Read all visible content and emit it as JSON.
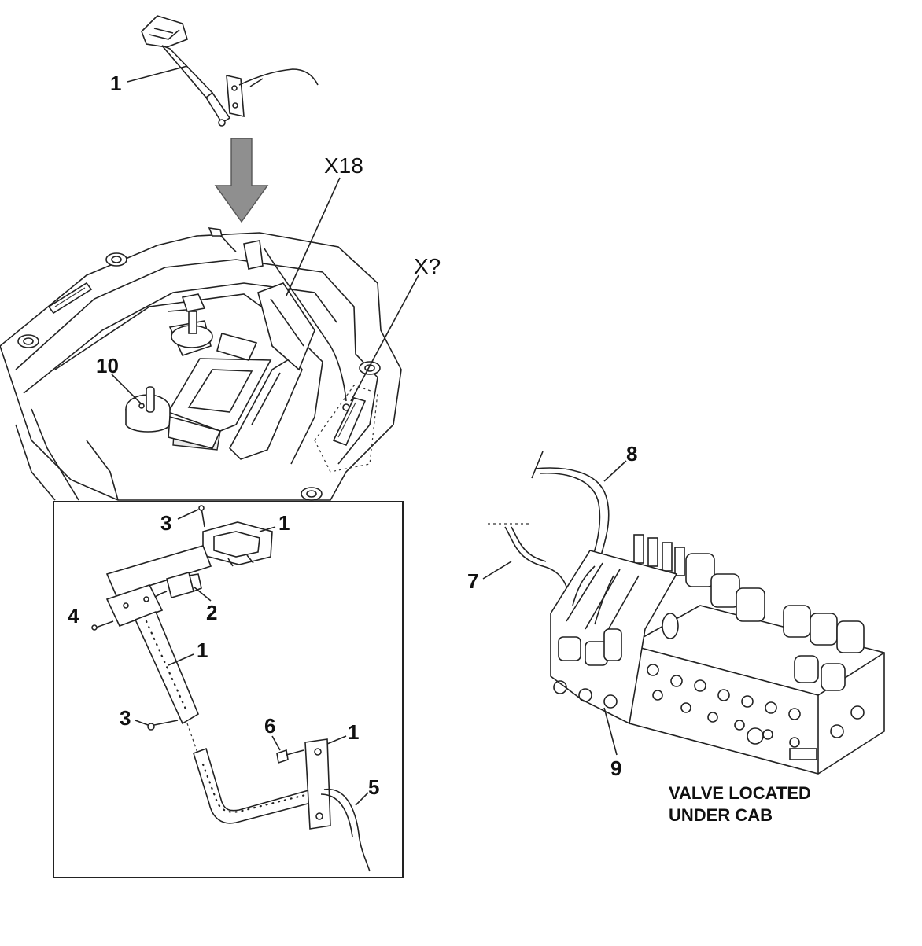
{
  "callouts": {
    "top_pedal": "1",
    "seat_console": "10",
    "detail_screw_top": "3",
    "detail_switch_top": "1",
    "detail_connector": "2",
    "detail_screw_left": "4",
    "detail_arm": "1",
    "detail_screw_mid": "3",
    "detail_bolt": "6",
    "detail_bracket": "1",
    "detail_harness": "5",
    "valve_harness_left": "7",
    "valve_harness_top": "8",
    "valve_body": "9"
  },
  "connectors": {
    "x18": "X18",
    "x_unknown": "X?"
  },
  "caption": {
    "line1": "VALVE LOCATED",
    "line2": "UNDER CAB"
  },
  "colors": {
    "ink": "#222222",
    "arrow_fill": "#8f8f8f",
    "background": "#ffffff"
  }
}
